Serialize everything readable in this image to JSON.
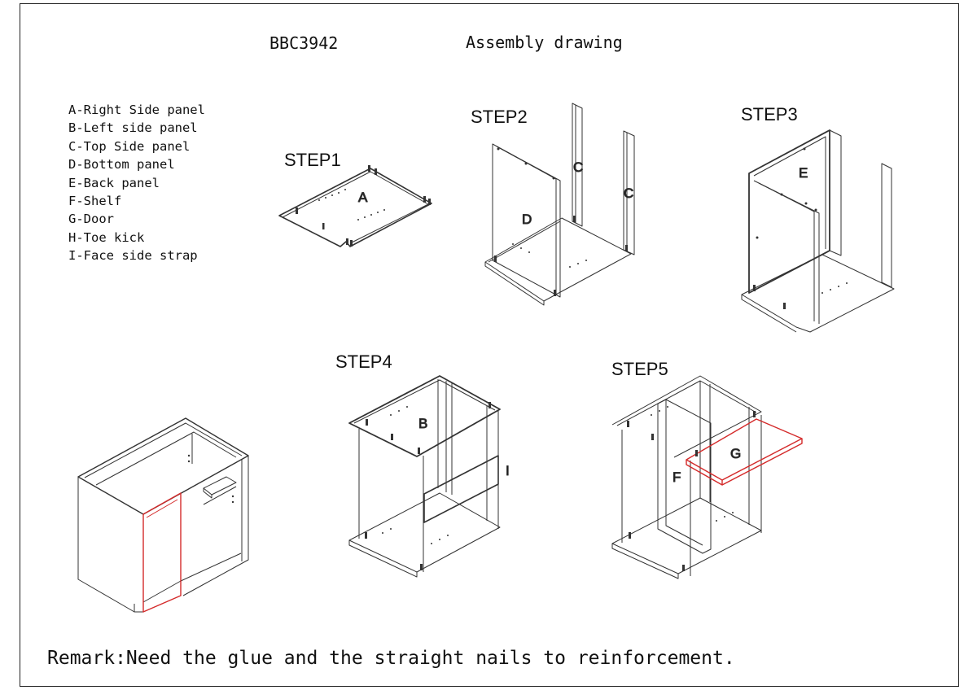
{
  "header": {
    "model": "BBC3942",
    "title": "Assembly drawing"
  },
  "legend": [
    "A-Right Side panel",
    "B-Left side panel",
    "C-Top Side panel",
    "D-Bottom panel",
    "E-Back panel",
    "F-Shelf",
    "G-Door",
    "H-Toe kick",
    "I-Face side strap"
  ],
  "steps": {
    "step1": "STEP1",
    "step2": "STEP2",
    "step3": "STEP3",
    "step4": "STEP4",
    "step5": "STEP5"
  },
  "part_labels": {
    "a": "A",
    "b": "B",
    "c1": "C",
    "c2": "C",
    "d": "D",
    "e": "E",
    "f": "F",
    "g": "G",
    "i": "I"
  },
  "remark": "Remark:Need the glue and the straight nails to reinforcement.",
  "colors": {
    "line": "#333333",
    "highlight": "#d42a2a"
  }
}
